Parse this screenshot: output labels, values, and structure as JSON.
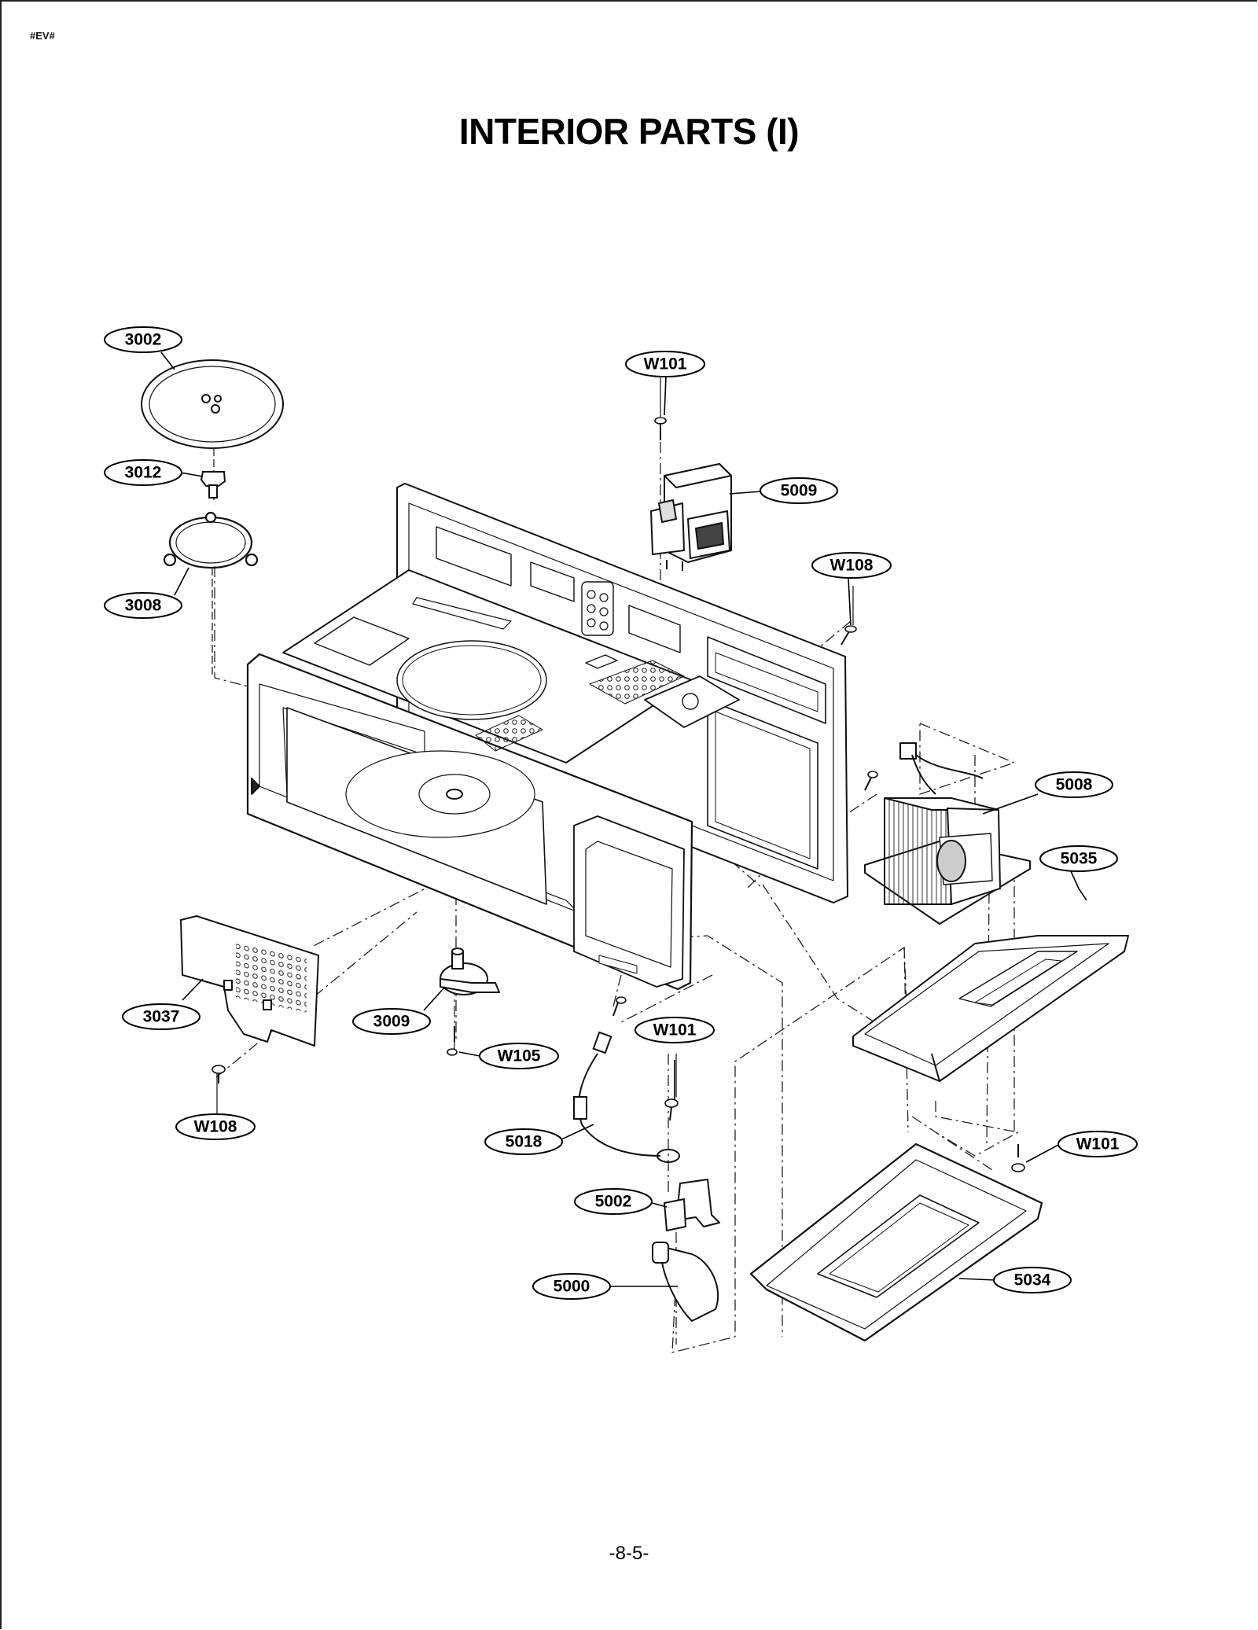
{
  "header": {
    "doc_code": "#EV#"
  },
  "title": "INTERIOR PARTS (I)",
  "footer": {
    "page_number": "-8-5-"
  },
  "parts": [
    {
      "key": "tray",
      "label": "3002"
    },
    {
      "key": "coupler",
      "label": "3012"
    },
    {
      "key": "roller",
      "label": "3008"
    },
    {
      "key": "screw-top",
      "label": "W101"
    },
    {
      "key": "magnetron",
      "label": "5009"
    },
    {
      "key": "screw-right",
      "label": "W108"
    },
    {
      "key": "transformer",
      "label": "5008"
    },
    {
      "key": "base-plate",
      "label": "5035"
    },
    {
      "key": "grill-cover",
      "label": "3037"
    },
    {
      "key": "screw-left",
      "label": "W108"
    },
    {
      "key": "motor",
      "label": "3009"
    },
    {
      "key": "motor-screw",
      "label": "W105"
    },
    {
      "key": "screw-mid",
      "label": "W101"
    },
    {
      "key": "wire",
      "label": "5018"
    },
    {
      "key": "bracket",
      "label": "5002"
    },
    {
      "key": "lamp",
      "label": "5000"
    },
    {
      "key": "screw-bottom-right",
      "label": "W101"
    },
    {
      "key": "bottom-plate",
      "label": "5034"
    }
  ]
}
